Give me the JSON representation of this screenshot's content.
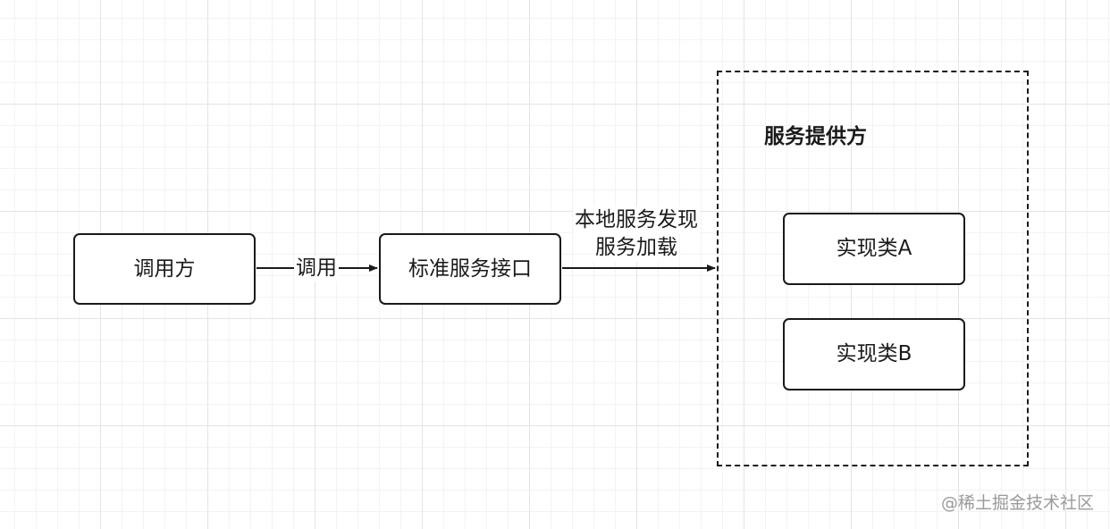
{
  "diagram": {
    "nodes": {
      "caller": "调用方",
      "service_interface": "标准服务接口",
      "impl_a": "实现类A",
      "impl_b": "实现类B"
    },
    "group": {
      "title": "服务提供方"
    },
    "edges": {
      "call": "调用",
      "discovery_line1": "本地服务发现",
      "discovery_line2": "服务加载"
    }
  },
  "watermark": "@稀土掘金技术社区",
  "colors": {
    "stroke": "#1a1a1a",
    "grid": "#e4e4e4",
    "watermark": "#9a9a9a"
  }
}
